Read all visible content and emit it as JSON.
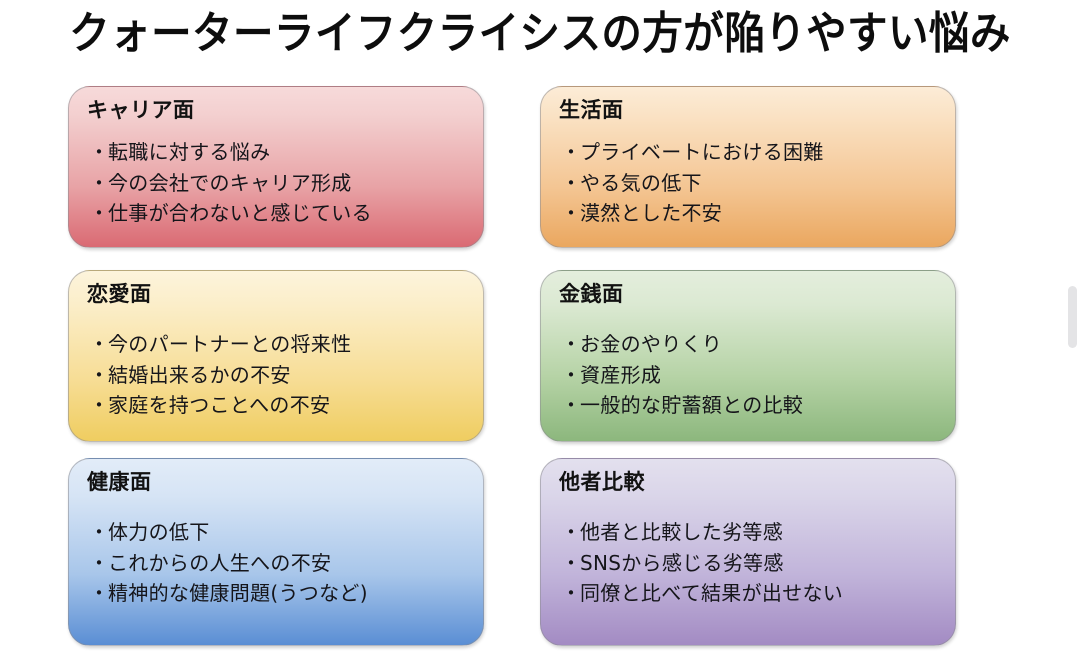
{
  "slide": {
    "title": "クォーターライフクライシスの方が陥りやすい悩み",
    "background_color": "#ffffff",
    "title_color": "#0d0d0d"
  },
  "bullet_char": "・",
  "cards": [
    {
      "id": "career",
      "title": "キャリア面",
      "accent": "#da6a73",
      "items": [
        "転職に対する悩み",
        "今の会社でのキャリア形成",
        "仕事が合わないと感じている"
      ]
    },
    {
      "id": "life",
      "title": "生活面",
      "accent": "#eaa75f",
      "items": [
        "プライベートにおける困難",
        "やる気の低下",
        "漠然とした不安"
      ]
    },
    {
      "id": "romance",
      "title": "恋愛面",
      "accent": "#efcd60",
      "items": [
        "今のパートナーとの将来性",
        "結婚出来るかの不安",
        "家庭を持つことへの不安"
      ]
    },
    {
      "id": "money",
      "title": "金銭面",
      "accent": "#8cb77d",
      "items": [
        "お金のやりくり",
        "資産形成",
        "一般的な貯蓄額との比較"
      ]
    },
    {
      "id": "health",
      "title": "健康面",
      "accent": "#5a8ed4",
      "items": [
        "体力の低下",
        "これからの人生への不安",
        "精神的な健康問題(うつなど)"
      ]
    },
    {
      "id": "comparison",
      "title": "他者比較",
      "accent": "#a38bc3",
      "items": [
        "他者と比較した劣等感",
        "SNSから感じる劣等感",
        "同僚と比べて結果が出せない"
      ]
    }
  ]
}
